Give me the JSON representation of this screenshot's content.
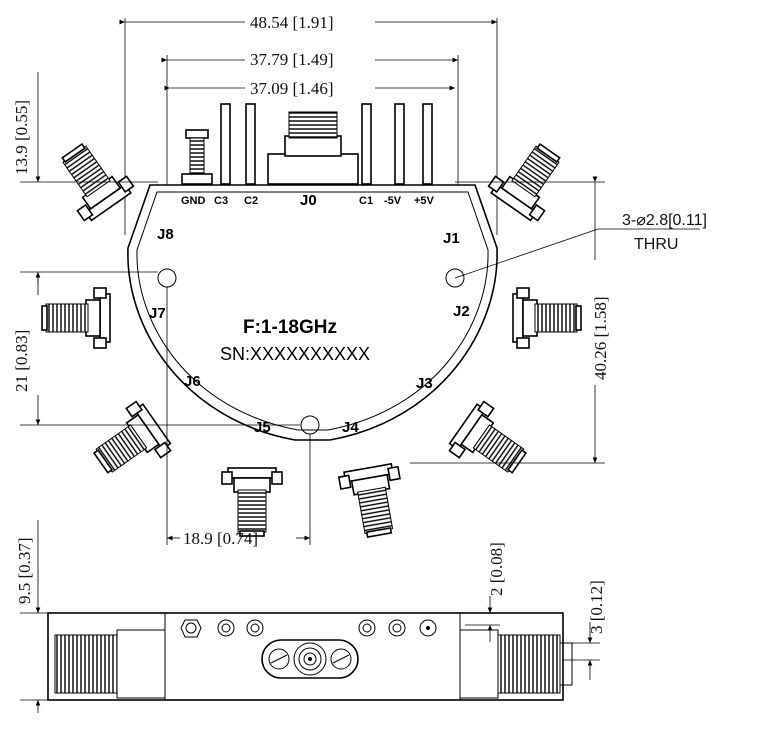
{
  "dimensions": {
    "overall_width": "48.54 [1.91]",
    "connector_span": "37.79 [1.49]",
    "hole_span": "37.09 [1.46]",
    "top_offset": "13.9 [0.55]",
    "left_vertical": "21 [0.83]",
    "right_height": "40.26 [1.58]",
    "bottom_span": "18.9 [0.74]",
    "thickness": "9.5 [0.37]",
    "tab_height": "2 [0.08]",
    "conn_height": "3 [0.12]"
  },
  "hole_note": {
    "line1": "3-⌀2.8[0.11]",
    "line2": "THRU"
  },
  "pins": {
    "gnd": "GND",
    "c3": "C3",
    "c2": "C2",
    "j0": "J0",
    "c1": "C1",
    "m5v": "-5V",
    "p5v": "+5V"
  },
  "ports": {
    "j1": "J1",
    "j2": "J2",
    "j3": "J3",
    "j4": "J4",
    "j5": "J5",
    "j6": "J6",
    "j7": "J7",
    "j8": "J8"
  },
  "product": {
    "frequency": "F:1-18GHz",
    "serial": "SN:XXXXXXXXXX"
  }
}
